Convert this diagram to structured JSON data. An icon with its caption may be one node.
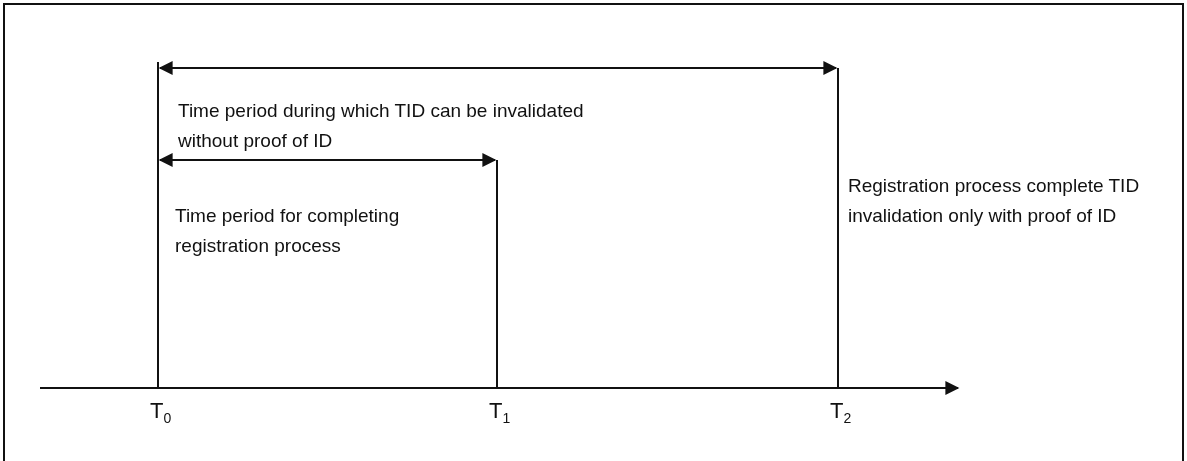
{
  "diagram": {
    "labels": [
      "Time period during which TID can be invalidated without proof of ID",
      "Registration process complete TID invalidation only with proof of ID",
      "Time period for completing registration process",
      "T$_{0}$",
      "T$_{1}$",
      "T$_{2}$"
    ]
  }
}
